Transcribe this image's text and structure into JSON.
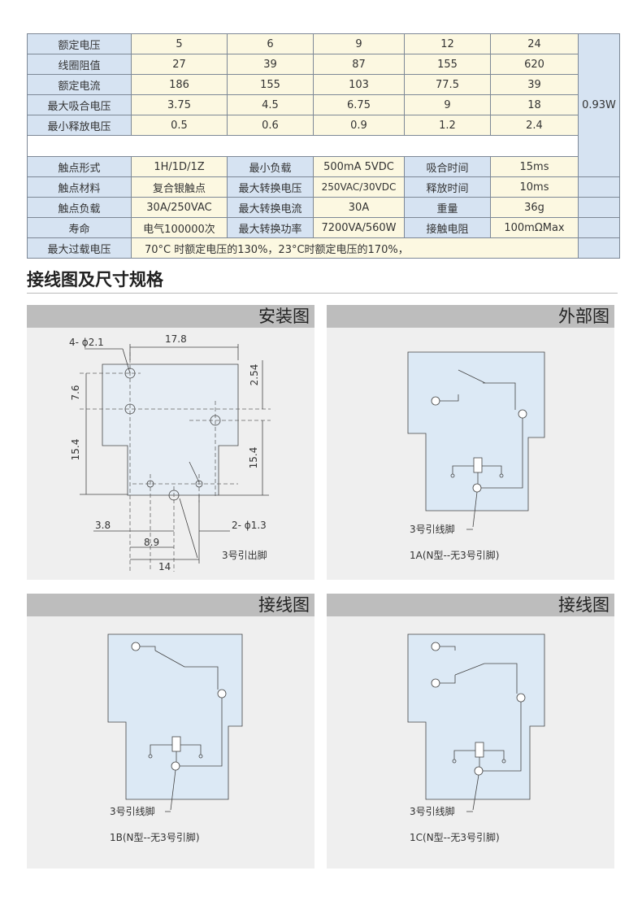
{
  "spec_table": {
    "coil_rows": [
      {
        "label": "额定电压",
        "values": [
          "5",
          "6",
          "9",
          "12",
          "24"
        ]
      },
      {
        "label": "线圈阻值",
        "values": [
          "27",
          "39",
          "87",
          "155",
          "620"
        ]
      },
      {
        "label": "额定电流",
        "values": [
          "186",
          "155",
          "103",
          "77.5",
          "39"
        ]
      },
      {
        "label": "最大吸合电压",
        "values": [
          "3.75",
          "4.5",
          "6.75",
          "9",
          "18"
        ]
      },
      {
        "label": "最小释放电压",
        "values": [
          "0.5",
          "0.6",
          "0.9",
          "1.2",
          "2.4"
        ]
      }
    ],
    "coil_power": "0.93W",
    "contact_rows": [
      {
        "l1": "触点形式",
        "v1": "1H/1D/1Z",
        "l2": "最小负载",
        "v2": "500mA 5VDC",
        "l3": "吸合时间",
        "v3": "15ms"
      },
      {
        "l1": "触点材料",
        "v1": "复合银触点",
        "l2": "最大转换电压",
        "v2": "250VAC/30VDC",
        "l3": "释放时间",
        "v3": "10ms"
      },
      {
        "l1": "触点负载",
        "v1": "30A/250VAC",
        "l2": "最大转换电流",
        "v2": "30A",
        "l3": "重量",
        "v3": "36g"
      },
      {
        "l1": "寿命",
        "v1": "电气100000次",
        "l2": "最大转换功率",
        "v2": "7200VA/560W",
        "l3": "接触电阻",
        "v3": "100mΩMax"
      }
    ],
    "overload": {
      "label": "最大过载电压",
      "value": "70°C 时额定电压的130%，23°C时额定电压的170%，"
    }
  },
  "section_title": "接线图及尺寸规格",
  "panels": {
    "install": {
      "title": "安装图",
      "dims": {
        "hole_4": "4- ϕ2.1",
        "width_17_8": "17.8",
        "v_7_6": "7.6",
        "v_2_54": "2.54",
        "v_15_4_left": "15.4",
        "v_15_4_right": "15.4",
        "hole_2": "2- ϕ1.3",
        "h_3_8": "3.8",
        "h_8_9": "8.9",
        "h_14": "14",
        "pin3_label": "3号引出脚"
      }
    },
    "external": {
      "title": "外部图",
      "pin_label": "3号引线脚",
      "caption": "1A(N型--无3号引脚)"
    },
    "wiring_b": {
      "title": "接线图",
      "pin_label": "3号引线脚",
      "caption": "1B(N型--无3号引脚)"
    },
    "wiring_c": {
      "title": "接线图",
      "pin_label": "3号引线脚",
      "caption": "1C(N型--无3号引脚)"
    }
  },
  "colors": {
    "label_bg": "#d6e3f2",
    "value_bg": "#fcf8e1",
    "panel_bg": "#efefef",
    "panel_header": "#bdbdbd",
    "relay_body": "#dce9f5"
  }
}
